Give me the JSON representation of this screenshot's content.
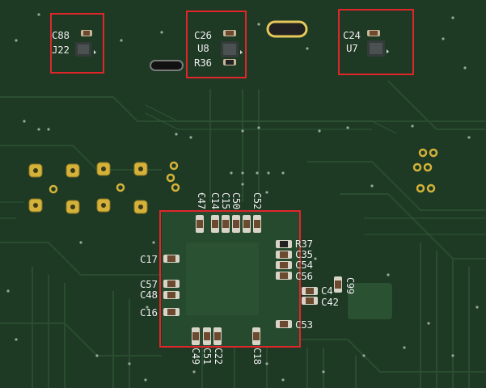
{
  "colors": {
    "board": "#1e3a24",
    "trace": "#2b4f31",
    "pad_gold": "#d4b23a",
    "silkscreen": "#f2f2f2",
    "highlight": "#e0262a"
  },
  "component_labels": {
    "c88": "C88",
    "j22": "J22",
    "c26": "C26",
    "u8": "U8",
    "r36": "R36",
    "c24": "C24",
    "u7": "U7",
    "c17": "C17",
    "c57": "C57",
    "c48": "C48",
    "c16": "C16",
    "r37": "R37",
    "c35": "C35",
    "c54": "C54",
    "c56": "C56",
    "c4": "C4",
    "c42": "C42",
    "c53": "C53",
    "c99": "C99",
    "c47": "C47",
    "c14": "C14",
    "c15": "C15",
    "c50": "C50",
    "c52": "C52",
    "c49": "C49",
    "c51": "C51",
    "c22": "C22",
    "c18": "C18"
  }
}
